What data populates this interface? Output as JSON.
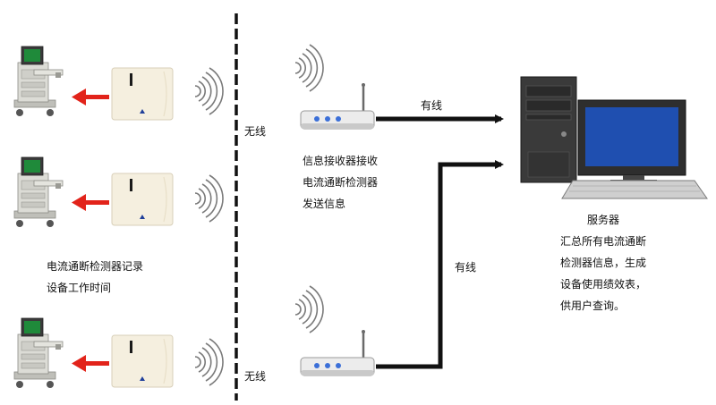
{
  "labels": {
    "wireless_top": "无线",
    "wireless_bottom": "无线",
    "wired_top": "有线",
    "wired_middle": "有线",
    "receiver_desc": [
      "信息接收器接收",
      "电流通断检测器",
      "发送信息"
    ],
    "detector_desc": [
      "电流通断检测器记录",
      "设备工作时间"
    ],
    "server_title": "服务器",
    "server_desc": [
      "汇总所有电流通断",
      "检测器信息，生成",
      "设备使用绩效表，",
      "供用户查询。"
    ]
  },
  "icons": {
    "medical": "medical-device-icon",
    "detector": "current-detector-icon",
    "signal": "wireless-signal-icon",
    "router": "signal-receiver-icon",
    "computer": "desktop-computer-icon"
  },
  "colors": {
    "arrow_red": "#e2231a",
    "cable": "#111111",
    "detector_fill": "#f5efdf",
    "device_body": "#dcdcd6",
    "monitor_screen": "#1f4fb0",
    "router_led": "#3b6fd8"
  }
}
